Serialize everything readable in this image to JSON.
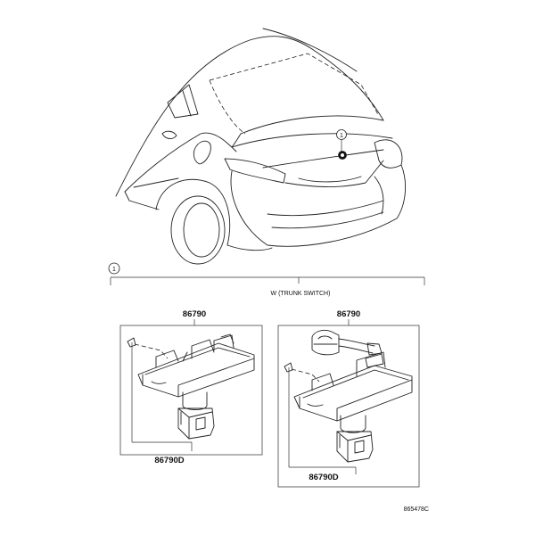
{
  "callout_marker": "1",
  "section_marker": "1",
  "variant_label": "W (TRUNK SWITCH)",
  "left_assembly": {
    "part_number": "86790",
    "sub_part_number": "86790D"
  },
  "right_assembly": {
    "part_number": "86790",
    "sub_part_number": "86790D"
  },
  "figure_code": "865478C"
}
